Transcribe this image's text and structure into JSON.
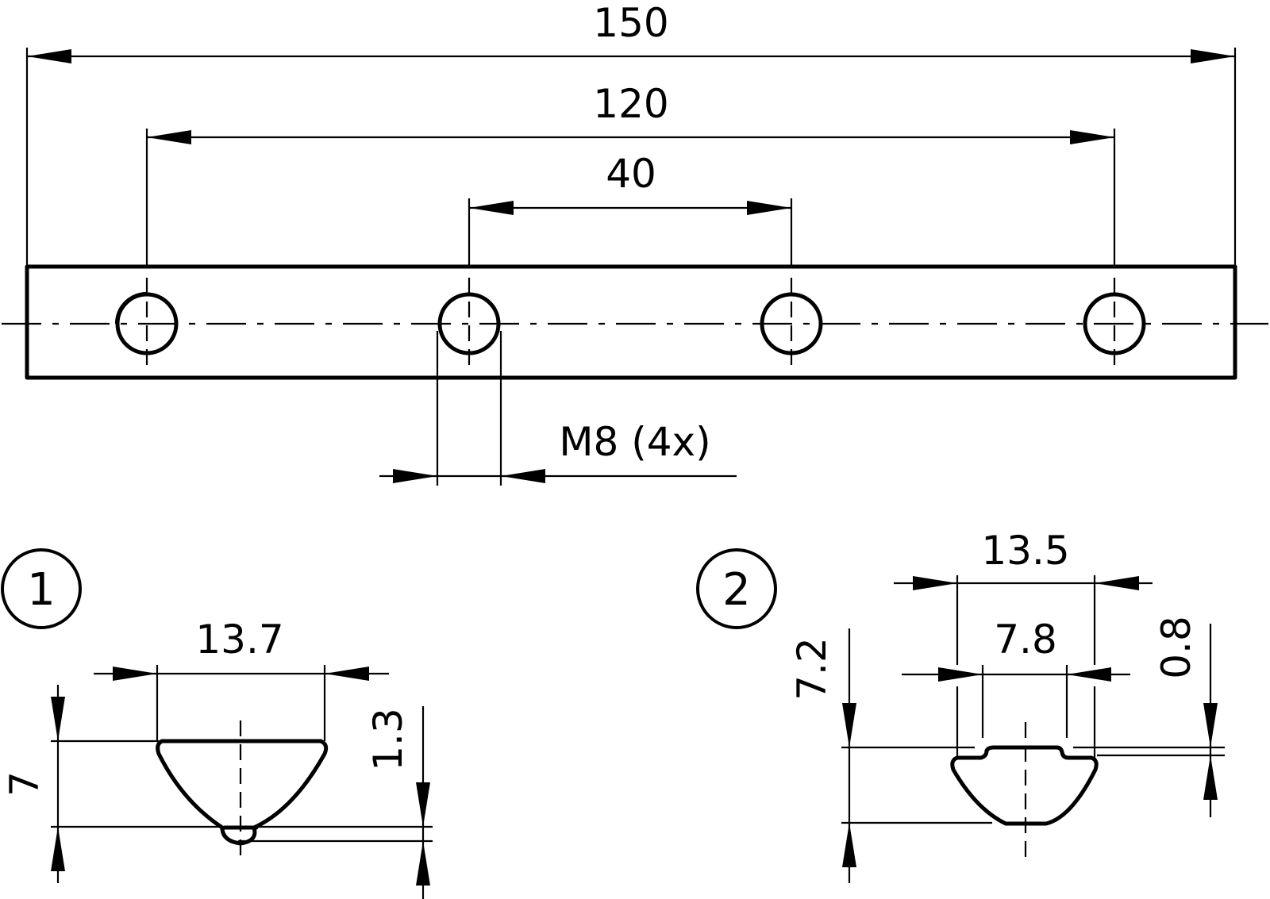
{
  "drawing": {
    "type": "technical-drawing",
    "main_view": {
      "dimensions": {
        "overall_length": "150",
        "outer_hole_spacing": "120",
        "inner_hole_spacing": "40",
        "thread": "M8 (4x)"
      },
      "hole_count": 4
    },
    "detail_1": {
      "marker": "1",
      "width": "13.7",
      "height": "7",
      "tip_offset": "1.3"
    },
    "detail_2": {
      "marker": "2",
      "top_width": "13.5",
      "inner_width": "7.8",
      "height": "7.2",
      "step_depth": "0.8"
    },
    "colors": {
      "line": "#000000",
      "background": "#ffffff"
    }
  }
}
